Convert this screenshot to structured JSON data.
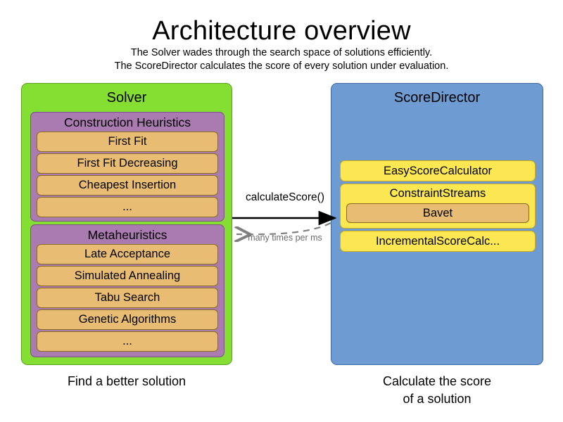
{
  "header": {
    "title": "Architecture overview",
    "subtitle_line1": "The Solver wades through the search space of solutions efficiently.",
    "subtitle_line2": "The ScoreDirector calculates the score of every solution under evaluation."
  },
  "solver": {
    "title": "Solver",
    "caption_line1": "Find a better solution",
    "groups": [
      {
        "title": "Construction Heuristics",
        "items": [
          "First Fit",
          "First Fit Decreasing",
          "Cheapest Insertion",
          "..."
        ]
      },
      {
        "title": "Metaheuristics",
        "items": [
          "Late Acceptance",
          "Simulated Annealing",
          "Tabu Search",
          "Genetic Algorithms",
          "..."
        ]
      }
    ]
  },
  "score_director": {
    "title": "ScoreDirector",
    "caption_line1": "Calculate the score",
    "caption_line2": "of a solution",
    "calculators": [
      {
        "label": "EasyScoreCalculator",
        "nested": null
      },
      {
        "label": "ConstraintStreams",
        "nested": "Bavet"
      },
      {
        "label": "IncrementalScoreCalc...",
        "nested": null
      }
    ]
  },
  "arrows": {
    "request_label": "calculateScore()",
    "response_label": "many times per ms"
  },
  "colors": {
    "solver_panel": "#84df32",
    "score_director_panel": "#6e9bd2",
    "group": "#a97bb0",
    "item": "#e8bc72",
    "calculator": "#fae751",
    "arrow_solid": "#000000",
    "arrow_dashed": "#808080"
  }
}
